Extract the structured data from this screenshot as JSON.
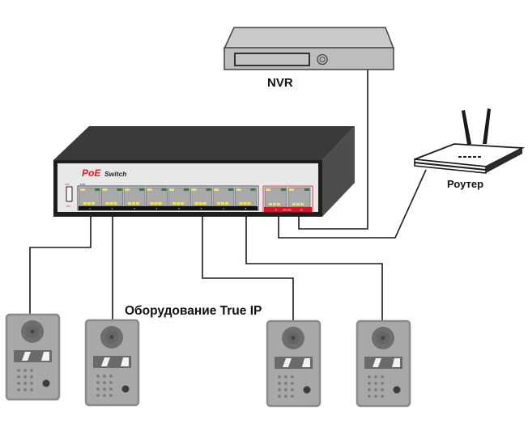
{
  "diagram": {
    "title": "PoE switch connection scheme",
    "labels": {
      "nvr": "NVR",
      "router": "Роутер",
      "equipment": "Оборудование True IP"
    },
    "switch": {
      "brand_main": "PoE",
      "brand_sub": "Switch",
      "power_off": "OFF",
      "power_on": "ON",
      "poe_group_label": "POE",
      "uplink_label": "UPLINK",
      "poe_port_numbers": [
        "1",
        "2",
        "3",
        "4",
        "5",
        "6",
        "7",
        "8"
      ],
      "uplink_port_numbers": [
        "9",
        "10"
      ],
      "colors": {
        "body": "#2b2b2b",
        "face": "#e6e6e6",
        "brand_red": "#d0202a",
        "port_gray": "#a9a9a9",
        "led_yellow": "#f2e25a",
        "led_green": "#1f8a3a",
        "uplink_bar": "#d4142a"
      }
    },
    "nodes": [
      {
        "id": "nvr",
        "type": "nvr"
      },
      {
        "id": "router",
        "type": "router"
      },
      {
        "id": "switch",
        "type": "poe-switch"
      },
      {
        "id": "intercom-1",
        "type": "door-intercom"
      },
      {
        "id": "intercom-2",
        "type": "door-intercom"
      },
      {
        "id": "intercom-3",
        "type": "door-intercom"
      },
      {
        "id": "intercom-4",
        "type": "door-intercom"
      }
    ],
    "edges": [
      {
        "from": "switch-port-1",
        "to": "intercom-1"
      },
      {
        "from": "switch-port-2",
        "to": "intercom-2"
      },
      {
        "from": "switch-port-6",
        "to": "intercom-3"
      },
      {
        "from": "switch-port-8",
        "to": "intercom-4"
      },
      {
        "from": "switch-port-9",
        "to": "router"
      },
      {
        "from": "switch-port-10",
        "to": "nvr"
      }
    ]
  }
}
